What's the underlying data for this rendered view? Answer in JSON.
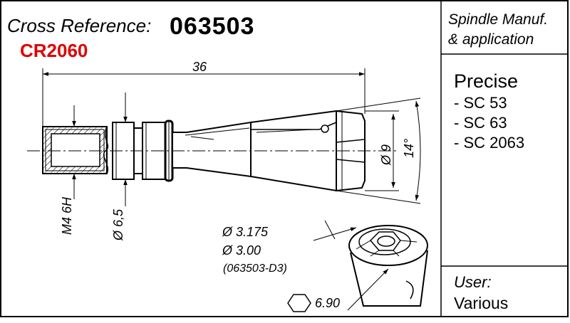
{
  "header": {
    "cross_reference_label": "Cross Reference:",
    "cross_reference_value": "063503",
    "part_code": "CR2060",
    "part_code_color": "#e00000"
  },
  "sidebar": {
    "title_line1": "Spindle Manuf.",
    "title_line2": "& application",
    "brand": "Precise",
    "models": [
      "- SC 53",
      "- SC 63",
      "- SC 2063"
    ],
    "user_label": "User:",
    "user_value": "Various"
  },
  "drawing": {
    "overall_length": "36",
    "thread_spec": "M4 6H",
    "shank_diameter": "Ø 6,5",
    "nose_diameter": "Ø 9",
    "taper_angle": "14°",
    "bore_diameter_1": "Ø 3.175",
    "bore_diameter_2": "Ø 3.00",
    "bore_note": "(063503-D3)",
    "hex_size": "6.90"
  }
}
